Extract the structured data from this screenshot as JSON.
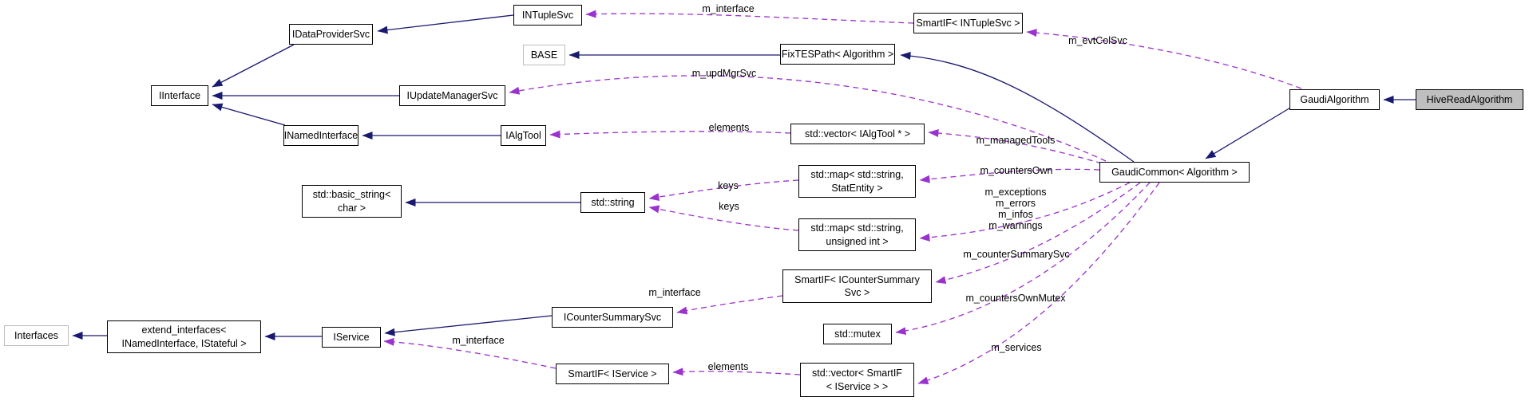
{
  "diagram_title": "HiveReadAlgorithm collaboration diagram",
  "colors": {
    "inheritance_edge": "#191970",
    "usage_edge": "#9a32cd",
    "node_fill": "#ffffff",
    "node_border": "#000000",
    "highlight_node_fill": "#bfbfbf",
    "muted_node_border": "#bdbdbd"
  },
  "nodes": {
    "intuplesvc": {
      "label": "INTupleSvc"
    },
    "smartif_intuplesvc": {
      "label": "SmartIF< INTupleSvc >"
    },
    "idataprovidersvc": {
      "label": "IDataProviderSvc"
    },
    "base": {
      "label": "BASE"
    },
    "fixtespath": {
      "label": "FixTESPath< Algorithm >"
    },
    "gaudialgorithm": {
      "label": "GaudiAlgorithm"
    },
    "hivereadalgorithm": {
      "label": "HiveReadAlgorithm"
    },
    "iinterface": {
      "label": "IInterface"
    },
    "iupdatemanagersvc": {
      "label": "IUpdateManagerSvc"
    },
    "inamedinterface": {
      "label": "INamedInterface"
    },
    "ialgtool": {
      "label": "IAlgTool"
    },
    "vector_ialgtool": {
      "label": "std::vector< IAlgTool * >"
    },
    "gaudicommon": {
      "label": "GaudiCommon< Algorithm >"
    },
    "basic_string": {
      "label": "std::basic_string<\nchar >"
    },
    "std_string": {
      "label": "std::string"
    },
    "map_statentity": {
      "label": "std::map< std::string,\nStatEntity >"
    },
    "map_unsigned": {
      "label": "std::map< std::string,\nunsigned int >"
    },
    "smartif_icountersummarysvc": {
      "label": "SmartIF< ICounterSummary\nSvc >"
    },
    "icountersummarysvc": {
      "label": "ICounterSummarySvc"
    },
    "std_mutex": {
      "label": "std::mutex"
    },
    "iservice": {
      "label": "IService"
    },
    "interfaces": {
      "label": "Interfaces"
    },
    "extend_interfaces": {
      "label": "extend_interfaces<\nINamedInterface, IStateful >"
    },
    "smartif_iservice": {
      "label": "SmartIF< IService >"
    },
    "vector_smartif_iservice": {
      "label": "std::vector< SmartIF\n< IService > >"
    }
  },
  "edge_labels": {
    "m_interface_intuplesvc": {
      "text": "m_interface"
    },
    "m_evtcolsvc": {
      "text": "m_evtColSvc"
    },
    "m_updmgrsvc": {
      "text": "m_updMgrSvc"
    },
    "elements_ialgtool": {
      "text": "elements"
    },
    "m_managedtools": {
      "text": "m_managedTools"
    },
    "m_countersown": {
      "text": "m_countersOwn"
    },
    "keys_upper": {
      "text": "keys"
    },
    "keys_lower": {
      "text": "keys"
    },
    "m_message_counts": {
      "text": "m_exceptions\nm_errors\nm_infos\nm_warnings"
    },
    "m_countersummarysvc": {
      "text": "m_counterSummarySvc"
    },
    "m_interface_icountersummarysvc": {
      "text": "m_interface"
    },
    "m_countersownmutex": {
      "text": "m_countersOwnMutex"
    },
    "m_services": {
      "text": "m_services"
    },
    "m_interface_iservice": {
      "text": "m_interface"
    },
    "elements_iservice": {
      "text": "elements"
    }
  }
}
